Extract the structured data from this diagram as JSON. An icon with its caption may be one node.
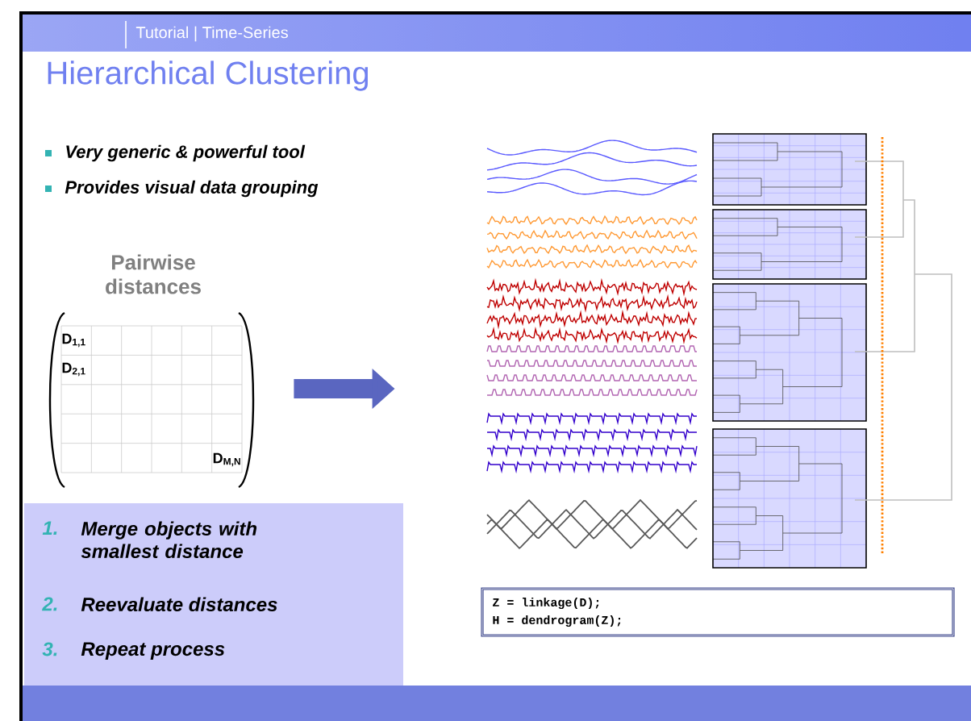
{
  "diagram": {
    "title": "Hierarchical Clustering",
    "nodes": [
      {
        "text": [
          "Pairwise distances",
          "D$_{1,1}$",
          "D$_{2,1}$",
          "D$_{M,N}$"
        ]
      },
      {
        "text": [],
        "shape": "picture"
      }
    ],
    "edges": [
      {
        "from": 0,
        "to": 1,
        "arrow": "to"
      }
    ],
    "labels": [
      "Tutorial | Time-Series",
      "Very generic & powerful tool",
      "Provides visual data grouping",
      "1.",
      "Merge objects with smallest distance",
      "2.",
      "Reevaluate distances",
      "3.",
      "Repeat process",
      "Z = linkage(D);",
      "H = dendrogram(Z);"
    ]
  }
}
